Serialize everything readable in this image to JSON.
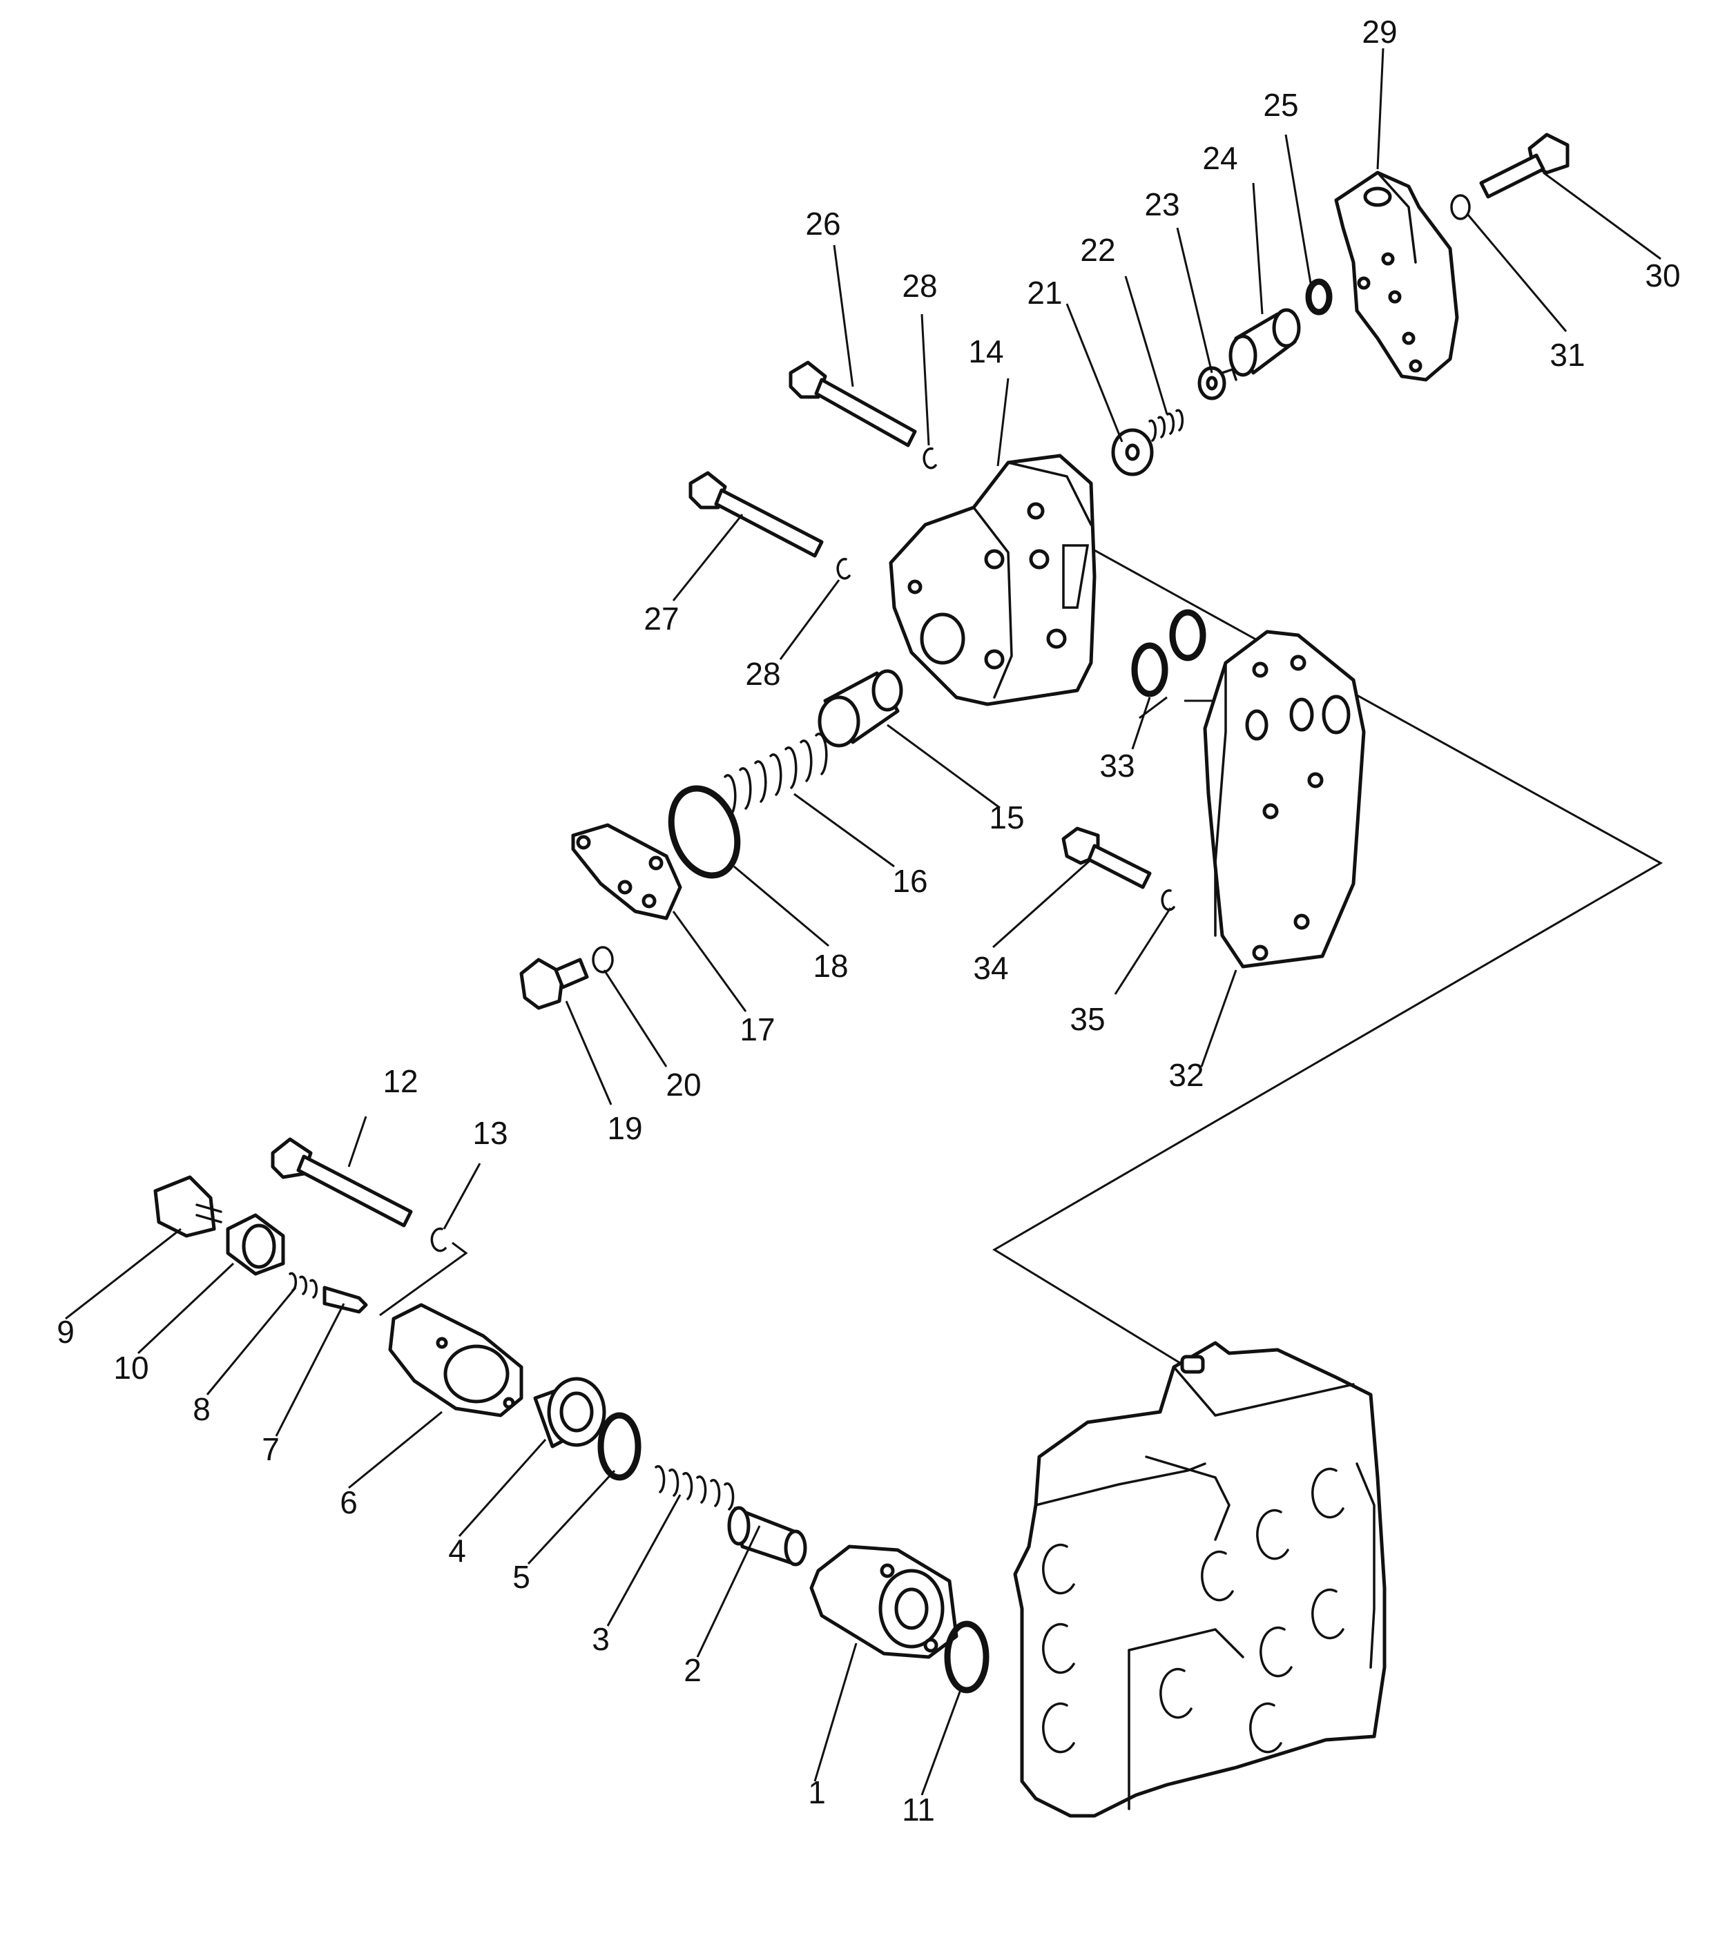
{
  "diagram": {
    "callouts": {
      "n1": "1",
      "n2": "2",
      "n3": "3",
      "n4": "4",
      "n5": "5",
      "n6": "6",
      "n7": "7",
      "n8": "8",
      "n9": "9",
      "n10": "10",
      "n11": "11",
      "n12": "12",
      "n13": "13",
      "n14": "14",
      "n15": "15",
      "n16": "16",
      "n17": "17",
      "n18": "18",
      "n19": "19",
      "n20": "20",
      "n21": "21",
      "n22": "22",
      "n23": "23",
      "n24": "24",
      "n25": "25",
      "n26": "26",
      "n27": "27",
      "n28a": "28",
      "n28b": "28",
      "n29": "29",
      "n30": "30",
      "n31": "31",
      "n32": "32",
      "n33": "33",
      "n34": "34",
      "n35": "35"
    }
  }
}
